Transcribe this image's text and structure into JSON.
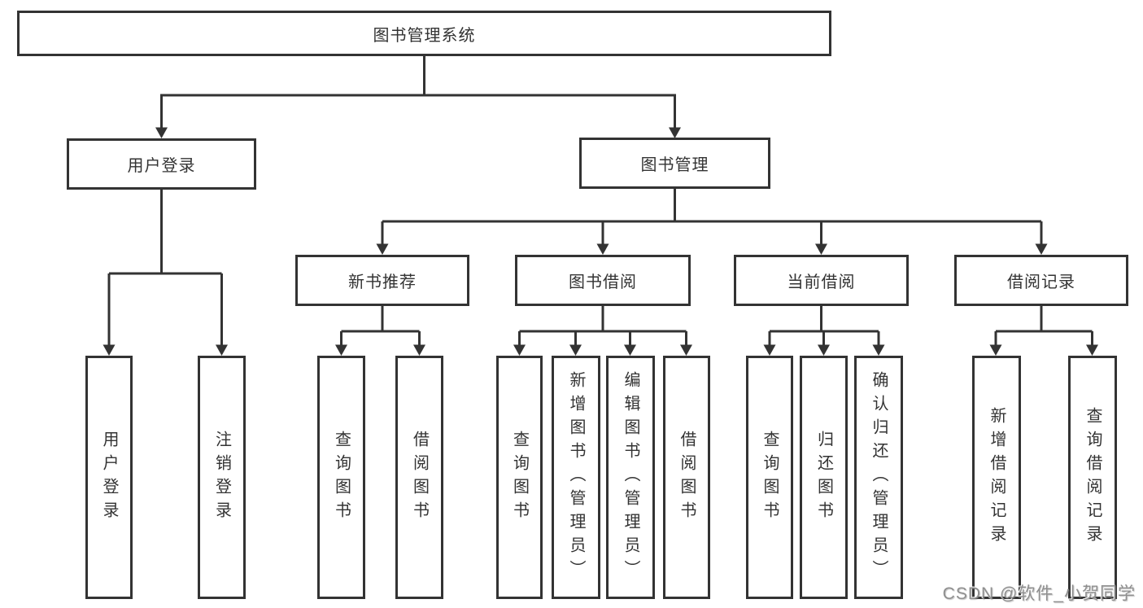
{
  "diagram": {
    "tree": {
      "label": "图书管理系统",
      "children": [
        {
          "label": "用户登录",
          "children": [
            {
              "label": "用户登录"
            },
            {
              "label": "注销登录"
            }
          ]
        },
        {
          "label": "图书管理",
          "children": [
            {
              "label": "新书推荐",
              "children": [
                {
                  "label": "查询图书"
                },
                {
                  "label": "借阅图书"
                }
              ]
            },
            {
              "label": "图书借阅",
              "children": [
                {
                  "label": "查询图书"
                },
                {
                  "label": "新增图书（管理员）"
                },
                {
                  "label": "编辑图书（管理员）"
                },
                {
                  "label": "借阅图书"
                }
              ]
            },
            {
              "label": "当前借阅",
              "children": [
                {
                  "label": "查询图书"
                },
                {
                  "label": "归还图书"
                },
                {
                  "label": "确认归还（管理员）"
                }
              ]
            },
            {
              "label": "借阅记录",
              "children": [
                {
                  "label": "新增借阅记录"
                },
                {
                  "label": "查询借阅记录"
                }
              ]
            }
          ]
        }
      ]
    },
    "watermark": {
      "text": "CSDN @软件_小贺同学"
    },
    "colors": {
      "line": "#333333",
      "box_background": "#ffffff",
      "text": "#333333",
      "watermark_text": "#8f8f8f"
    }
  }
}
